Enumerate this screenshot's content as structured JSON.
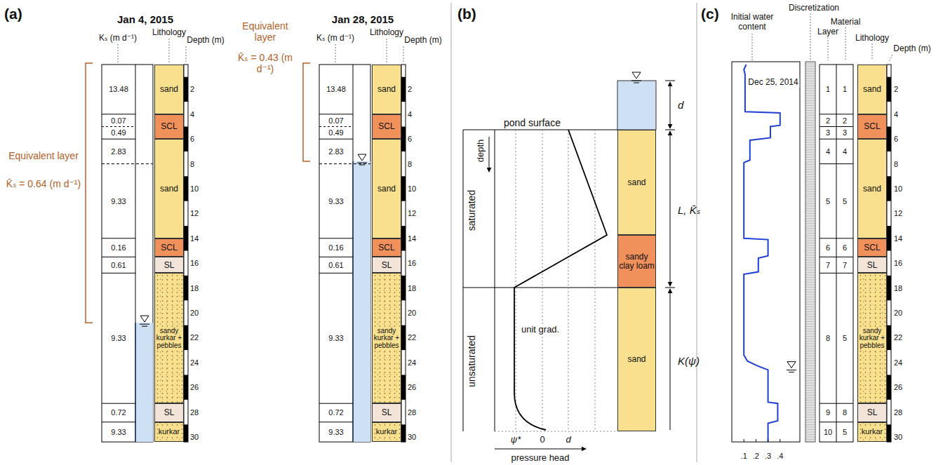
{
  "diagram": {
    "nodes": [
      {
        "text": [
          "sand"
        ]
      },
      {
        "text": [
          "SCL"
        ]
      },
      {
        "text": [
          "sand"
        ]
      },
      {
        "text": [
          "SCL"
        ]
      },
      {
        "text": [
          "SL"
        ]
      },
      {
        "text": [
          "sandy kurkar + pebbles"
        ]
      },
      {
        "text": [
          "SL"
        ]
      },
      {
        "text": [
          "kurkar"
        ]
      },
      {
        "text": [
          "sand"
        ]
      },
      {
        "text": [
          "SCL"
        ]
      },
      {
        "text": [
          "sand"
        ]
      },
      {
        "text": [
          "SCL"
        ]
      },
      {
        "text": [
          "SL"
        ]
      },
      {
        "text": [
          "sandy kurkar + pebbles"
        ]
      },
      {
        "text": [
          "SL"
        ]
      },
      {
        "text": [
          "kurkar"
        ]
      },
      {
        "text": [
          "sand"
        ]
      },
      {
        "text": [
          "sandy clay loam"
        ]
      },
      {
        "text": [
          "sand"
        ]
      },
      {
        "text": [
          "sand"
        ]
      },
      {
        "text": [
          "SCL"
        ]
      },
      {
        "text": [
          "sand"
        ]
      },
      {
        "text": [
          "SCL"
        ]
      },
      {
        "text": [
          "SL"
        ]
      },
      {
        "text": [
          "sandy kurkar + pebbles"
        ]
      },
      {
        "text": [
          "SL"
        ]
      },
      {
        "text": [
          "kurkar"
        ]
      }
    ],
    "labels": [
      "(a)",
      "Jan 4, 2015",
      "Kₛ (m d⁻¹)",
      "Lithology",
      "Depth (m)",
      "13.48",
      "0.07",
      "0.49",
      "2.83",
      "9.33",
      "0.16",
      "0.61",
      "9.33",
      "0.72",
      "9.33",
      "2",
      "4",
      "6",
      "8",
      "10",
      "12",
      "14",
      "16",
      "18",
      "20",
      "22",
      "24",
      "26",
      "28",
      "30",
      "Equivalent layer",
      "K̄ₛ = 0.64 (m d⁻¹)",
      "Jan 28, 2015",
      "Kₛ (m d⁻¹)",
      "Lithology",
      "Depth (m)",
      "13.48",
      "0.07",
      "0.49",
      "2.83",
      "9.33",
      "0.16",
      "0.61",
      "9.33",
      "0.72",
      "9.33",
      "2",
      "4",
      "6",
      "8",
      "10",
      "12",
      "14",
      "16",
      "18",
      "20",
      "22",
      "24",
      "26",
      "28",
      "30",
      "Equivalent layer",
      "K̄ₛ = 0.43 (m d⁻¹)",
      "(b)",
      "d",
      "pond surface",
      "depth",
      "saturated",
      "unsaturated",
      "unit grad.",
      "L, K̄ₛ",
      "K(ψ)",
      "ψ*",
      "0",
      "d",
      "pressure head",
      "(c)",
      "Initial water content",
      "Discretization",
      "Material",
      "Layer",
      "Lithology",
      "Depth (m)",
      "Dec 25, 2014",
      "1",
      "1",
      "2",
      "2",
      "3",
      "3",
      "4",
      "4",
      "5",
      "5",
      "6",
      "6",
      "7",
      "7",
      "8",
      "5",
      "9",
      "8",
      "10",
      "5",
      "2",
      "4",
      "6",
      "8",
      "10",
      "12",
      "14",
      "16",
      "18",
      "20",
      "22",
      "24",
      "26",
      "28",
      "30",
      ".1",
      ".2",
      ".3",
      ".4"
    ]
  }
}
